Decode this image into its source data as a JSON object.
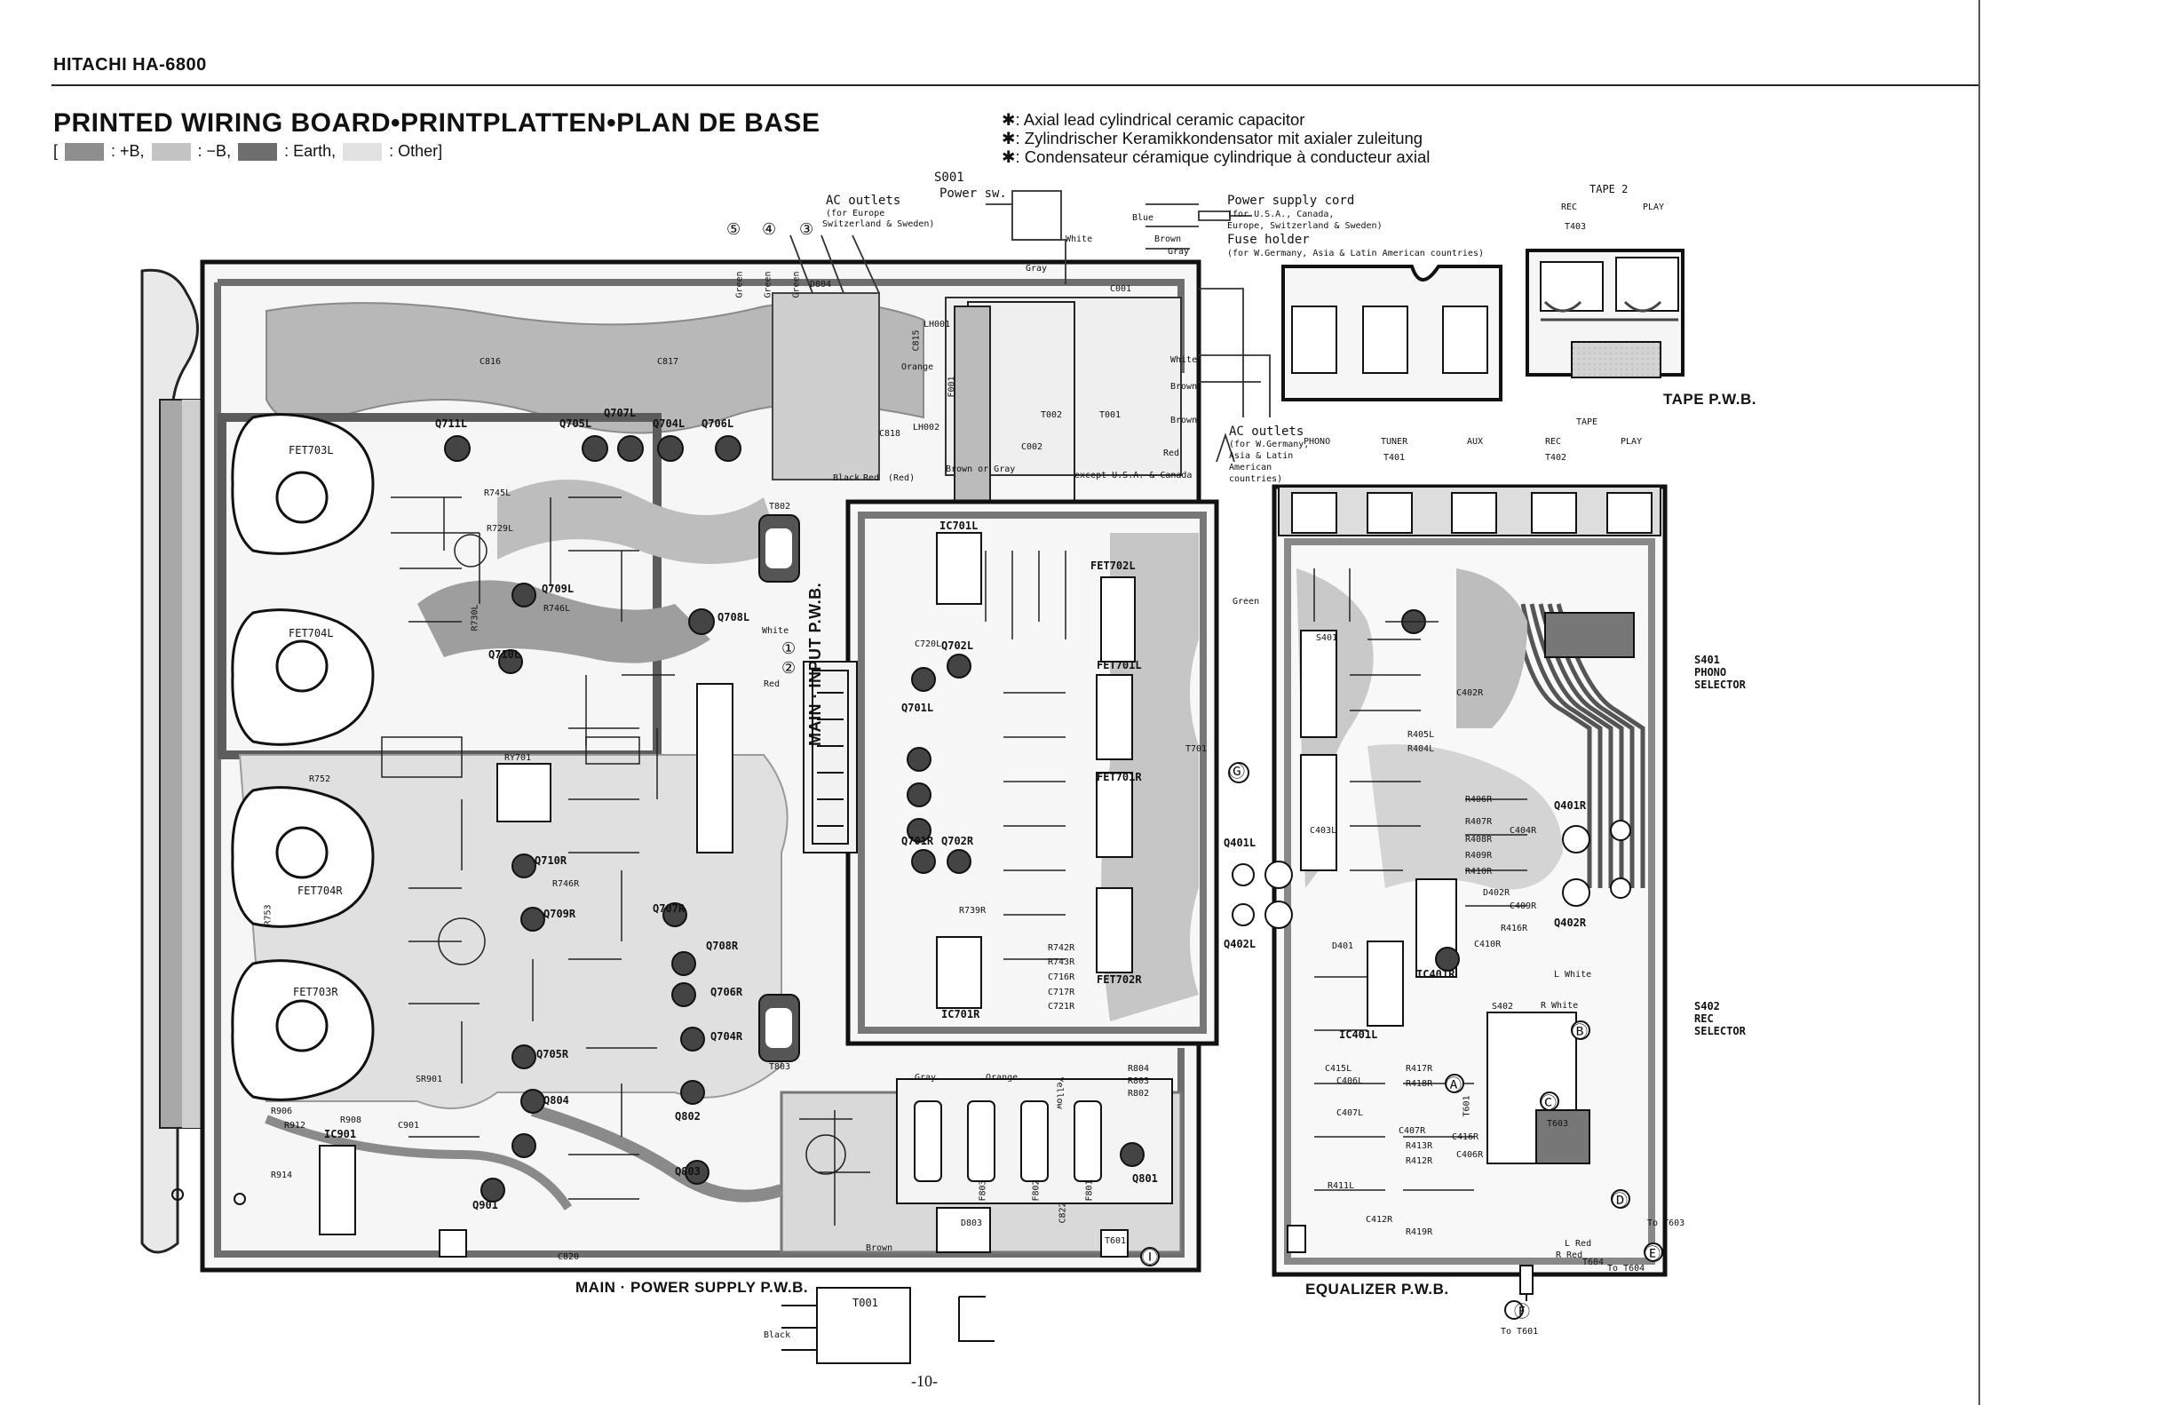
{
  "header": {
    "model": "HITACHI HA-6800",
    "title": "PRINTED WIRING BOARD•PRINTPLATTEN•PLAN DE BASE"
  },
  "legend": {
    "open": "[",
    "pos": ": +B,",
    "neg": ": −B,",
    "earth": ": Earth,",
    "other": ": Other]"
  },
  "colors": {
    "pos": "#8e8e8e",
    "neg": "#c4c4c4",
    "earth": "#6e6e6e",
    "other": "#e2e2e2"
  },
  "notes": [
    "✱: Axial lead cylindrical ceramic capacitor",
    "✱: Zylindrischer Keramikkondensator mit axialer zuleitung",
    "✱: Condensateur céramique cylindrique à conducteur axial"
  ],
  "top": {
    "s001": "S001",
    "power_sw": "Power sw.",
    "ac_outlets": "AC outlets",
    "ac_for": "(for Europe",
    "ac_for2": "Switzerland & Sweden)",
    "circled": [
      "⑤",
      "④",
      "③"
    ],
    "power_cord": "Power supply cord",
    "power_cord_for": "(for U.S.A., Canada,",
    "power_cord_for2": "Europe, Switzerland & Sweden)",
    "fuse_holder": "Fuse holder",
    "fuse_for": "(for W.Germany, Asia & Latin American countries)",
    "ac_outlets2": "AC outlets",
    "ac2_for": "(for W.Germany,",
    "ac2_for2": "Asia & Latin",
    "ac2_for3": "American",
    "ac2_for4": "countries)",
    "except": "except U.S.A. & Canada",
    "wires": [
      "White",
      "Blue",
      "Brown",
      "Gray",
      "Gray",
      "White",
      "Brown",
      "Brown",
      "Red",
      "Brown or Gray",
      "Black",
      "Red",
      "(Red)",
      "Orange",
      "Green",
      "Green",
      "Green"
    ]
  },
  "tape2": {
    "title": "TAPE 2",
    "rec": "REC",
    "play": "PLAY",
    "t403": "T403",
    "pwb": "TAPE P.W.B."
  },
  "tape_row": {
    "tape": "TAPE",
    "phono": "PHONO",
    "tuner": "TUNER",
    "aux": "AUX",
    "rec": "REC",
    "play": "PLAY",
    "t401": "T401",
    "t402": "T402"
  },
  "side_labels": {
    "s401": "S401",
    "s401_name1": "PHONO",
    "s401_name2": "SELECTOR",
    "s402": "S402",
    "s402_name1": "REC",
    "s402_name2": "SELECTOR"
  },
  "boards": {
    "main_power": "MAIN · POWER SUPPLY P.W.B.",
    "main_input": "MAIN · INPUT P.W.B.",
    "equalizer": "EQUALIZER P.W.B."
  },
  "components": {
    "power_transistors": [
      "FET703L",
      "FET704L",
      "FET704R",
      "FET703R"
    ],
    "main": [
      "Q711L",
      "Q705L",
      "Q707L",
      "Q704L",
      "Q706L",
      "Q709L",
      "Q710L",
      "Q708L",
      "Q710R",
      "Q709R",
      "Q707R",
      "Q708R",
      "Q706R",
      "Q704R",
      "Q705R",
      "Q804",
      "Q802",
      "Q803",
      "Q901",
      "Q801",
      "IC901",
      "SR901",
      "RY701",
      "R752",
      "R753",
      "R745L",
      "R729L",
      "R746L",
      "R730L",
      "R746R",
      "R906",
      "R908",
      "R912",
      "R914",
      "C901",
      "C816",
      "C817",
      "C818",
      "C815",
      "C820",
      "C001",
      "C002",
      "D804",
      "D803",
      "LH001",
      "LH002",
      "F001",
      "T002",
      "T001",
      "T802",
      "T803",
      "T601",
      "F803",
      "F802",
      "F801",
      "C822",
      "R804",
      "R803",
      "R802"
    ],
    "input": [
      "IC701L",
      "IC701R",
      "Q702L",
      "Q701L",
      "Q701R",
      "Q702R",
      "FET702L",
      "FET701L",
      "FET701R",
      "FET702R",
      "C720L",
      "C716R",
      "C717R",
      "C721R",
      "R739R",
      "R743R",
      "R742R",
      "T701"
    ],
    "equalizer": [
      "Q401L",
      "Q402L",
      "Q401R",
      "Q402R",
      "IC401R",
      "IC401L",
      "S401",
      "S402",
      "T601",
      "T604",
      "T603",
      "R404L",
      "R405L",
      "R406R",
      "R407R",
      "R408R",
      "R409R",
      "R410R",
      "R416R",
      "C404R",
      "C406R",
      "C402R",
      "C403L",
      "C407R",
      "C409R",
      "C416R",
      "C410R",
      "R413R",
      "R417R",
      "R418R",
      "R419R",
      "R412R",
      "R411L",
      "C406L",
      "C407L",
      "C415L",
      "C412R",
      "D402R",
      "D401"
    ],
    "connectors": [
      "①",
      "②",
      "Ⓖ",
      "Ⓐ",
      "Ⓑ",
      "Ⓒ",
      "Ⓓ",
      "Ⓔ",
      "Ⓕ",
      "Ⓘ"
    ],
    "wires": [
      "White",
      "Red",
      "Green",
      "Gray",
      "Orange",
      "Yellow",
      "Brown",
      "Black",
      "L White",
      "R White",
      "L Red",
      "R Red",
      "To T604",
      "To T601",
      "To T603"
    ]
  },
  "t001": "T001",
  "page_no": "-10-"
}
